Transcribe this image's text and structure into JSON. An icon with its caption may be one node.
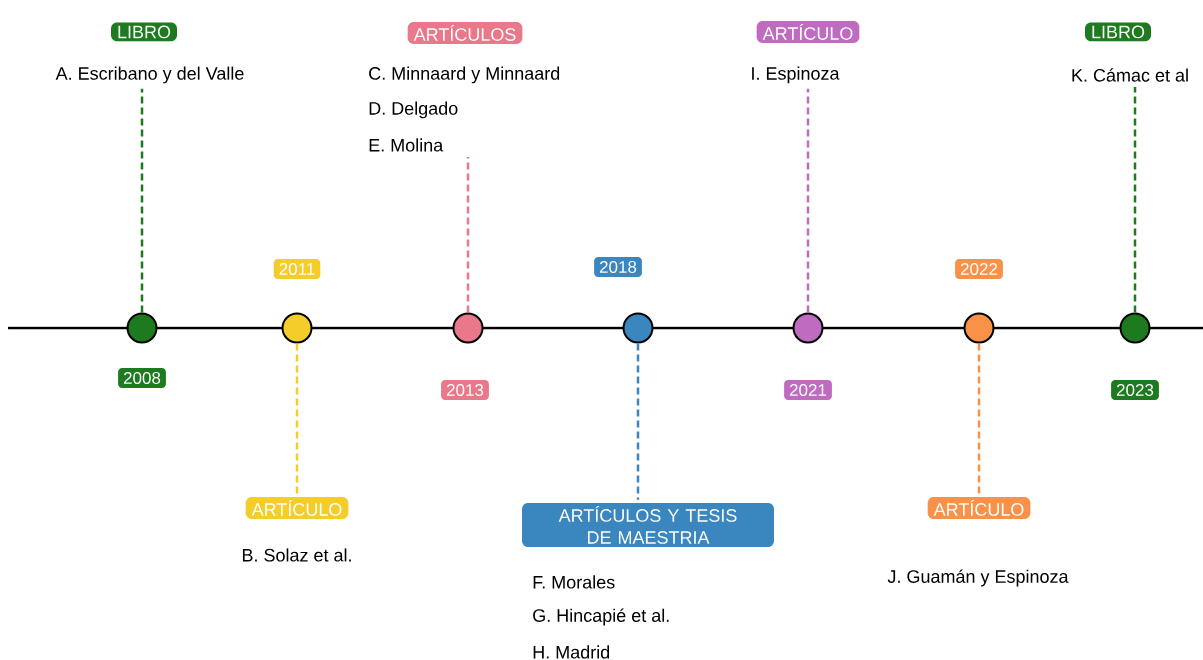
{
  "diagram": {
    "nodes": [
      {
        "text": [],
        "shape": "circle",
        "beside": [
          "2008"
        ]
      },
      {
        "text": [
          "LIBRO",
          "A. Escribano y del Valle"
        ]
      },
      {
        "text": [],
        "shape": "circle",
        "beside": [
          "2011"
        ]
      },
      {
        "text": [
          "ARTÍCULO",
          "B. Solaz et al."
        ]
      },
      {
        "text": [],
        "shape": "circle",
        "beside": [
          "2013"
        ]
      },
      {
        "text": [
          "ARTÍCULOS",
          "C. Minnaard y Minnaard",
          "D. Delgado",
          "E. Molina"
        ]
      },
      {
        "text": [],
        "shape": "circle",
        "beside": [
          "2018"
        ]
      },
      {
        "text": [
          "ARTÍCULOS Y TESIS DE MAESTRIA",
          "F. Morales",
          "G. Hincapié et al.",
          "H. Madrid"
        ]
      },
      {
        "text": [],
        "shape": "circle",
        "beside": [
          "2021"
        ]
      },
      {
        "text": [
          "ARTÍCULO",
          "I. Espinoza"
        ]
      },
      {
        "text": [],
        "shape": "circle",
        "beside": [
          "2022"
        ]
      },
      {
        "text": [
          "ARTÍCULO",
          "J. Guamán y Espinoza"
        ]
      },
      {
        "text": [],
        "shape": "circle",
        "beside": [
          "2023"
        ]
      },
      {
        "text": [
          "LIBRO",
          "K. Cámac et al"
        ]
      }
    ],
    "edges": [
      {
        "from": 0,
        "to": 1,
        "arrow": "none",
        "style": "dashed",
        "color": "#1e7a1e"
      },
      {
        "from": 2,
        "to": 3,
        "arrow": "none",
        "style": "dashed",
        "color": "#f5cd2a"
      },
      {
        "from": 4,
        "to": 5,
        "arrow": "none",
        "style": "dashed",
        "color": "#e8788a"
      },
      {
        "from": 6,
        "to": 7,
        "arrow": "none",
        "style": "dashed",
        "color": "#3a87c0"
      },
      {
        "from": 8,
        "to": 9,
        "arrow": "none",
        "style": "dashed",
        "color": "#bf6cc0"
      },
      {
        "from": 10,
        "to": 11,
        "arrow": "none",
        "style": "dashed",
        "color": "#f99248"
      },
      {
        "from": 12,
        "to": 13,
        "arrow": "none",
        "style": "dashed",
        "color": "#1e7a1e"
      }
    ]
  }
}
